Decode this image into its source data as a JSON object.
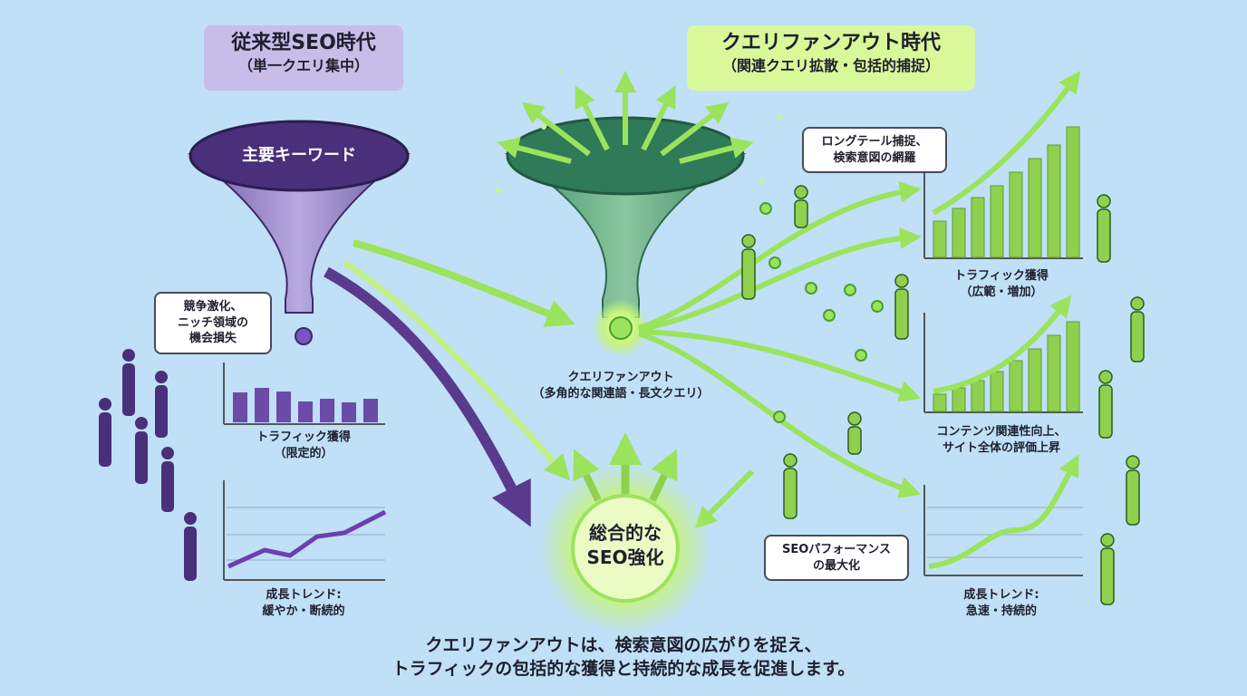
{
  "traditional": {
    "title": "従来型SEO時代",
    "subtitle": "（単一クエリ集中）",
    "funnel_label": "主要キーワード",
    "bubble": [
      "競争激化、",
      "ニッチ領域の",
      "機会損失"
    ],
    "traffic_label": [
      "トラフィック獲得",
      "（限定的）"
    ],
    "trend_label": [
      "成長トレンド:",
      "緩やか・断続的"
    ],
    "color": "#5a3a8c"
  },
  "fanout": {
    "title": "クエリファンアウト時代",
    "subtitle": "（関連クエリ拡散・包括的捕捉）",
    "funnel_label": [
      "クエリファンアウト",
      "（多角的な関連語・長文クエリ）"
    ],
    "bubble_top": [
      "ロングテール捕捉、",
      "検索意図の網羅"
    ],
    "traffic_label": [
      "トラフィック獲得",
      "（広範・増加）"
    ],
    "relevance_label": [
      "コンテンツ関連性向上、",
      "サイト全体の評価上昇"
    ],
    "bubble_bottom": [
      "SEOパフォーマンス",
      "の最大化"
    ],
    "trend_label": [
      "成長トレンド:",
      "急速・持続的"
    ],
    "color": "#8fd14f"
  },
  "center": {
    "label": [
      "総合的な",
      "SEO強化"
    ]
  },
  "caption": [
    "クエリファンアウトは、検索意図の広がりを捉え、",
    "トラフィックの包括的な獲得と持続的な成長を促進します。"
  ]
}
